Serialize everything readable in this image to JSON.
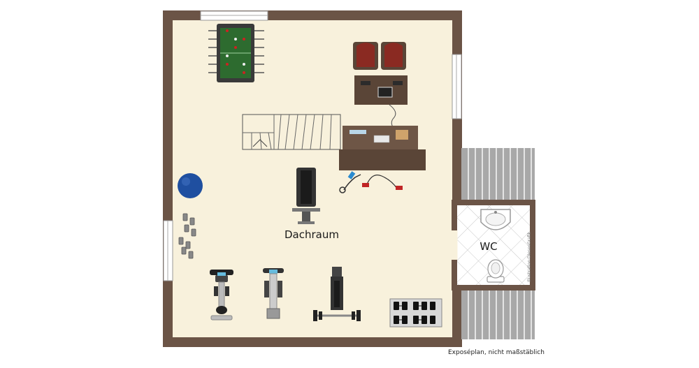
{
  "rooms": {
    "main_label": "Dachraum",
    "wc_label": "WC"
  },
  "footer": {
    "disclaimer": "Exposéplan, nicht maßstäblich"
  },
  "watermark": {
    "text": "Illustration:DiesesGrafik"
  },
  "colors": {
    "wall": "#6b5446",
    "floor": "#f8f1dc",
    "deck": "#a8a8a8",
    "furniture_dark": "#5a4537",
    "foosball_green": "#2d6b2f",
    "armchair_red": "#8a2a22",
    "ball_blue": "#1f4fa0"
  },
  "icons": {
    "foosball": "foosball-table-icon",
    "armchairs": "armchair-icon",
    "desk": "desk-icon",
    "stairs": "staircase-icon",
    "exercise_ball": "exercise-ball-icon",
    "weight_bench": "weight-bench-icon",
    "exercise_bike": "exercise-bike-icon",
    "elliptical": "elliptical-icon",
    "barbell_bench": "barbell-bench-icon",
    "dumbbell_rack": "dumbbell-rack-icon",
    "sink": "sink-icon",
    "toilet": "toilet-icon",
    "skipping_rope": "skipping-rope-icon",
    "resistance_band": "resistance-band-icon"
  }
}
